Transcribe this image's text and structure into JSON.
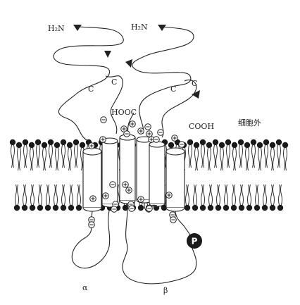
{
  "labels": {
    "n_terminus_alpha": "H₂N",
    "n_terminus_beta": "H₂N",
    "c_alpha_1": "C",
    "c_alpha_2": "C",
    "c_beta_1": "C",
    "c_beta_2": "C",
    "hooc": "HOOC",
    "cooh": "COOH",
    "extracellular": "细胞外",
    "alpha": "α",
    "beta": "β",
    "phospho": "P"
  },
  "colors": {
    "ink": "#222222",
    "lipid_head": "#1a1a1a",
    "background": "#ffffff"
  }
}
